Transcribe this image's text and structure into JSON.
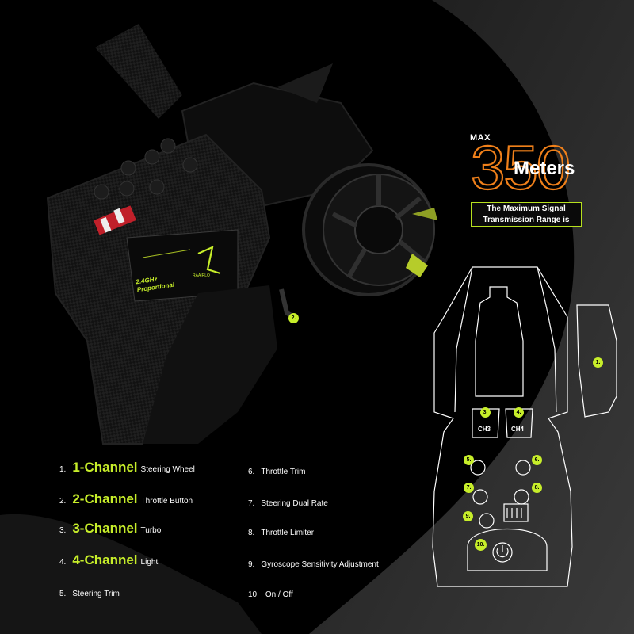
{
  "headline": {
    "max_label": "MAX",
    "number": "350",
    "unit": "Meters",
    "range_line1": "The Maximum Signal",
    "range_line2": "Transmission Range is"
  },
  "features_left": [
    {
      "num": "1.",
      "main": "1-Channel",
      "sub": "Steering Wheel"
    },
    {
      "num": "2.",
      "main": "2-Channel",
      "sub": "Throttle Button"
    },
    {
      "num": "3.",
      "main": "3-Channel",
      "sub": "Turbo"
    },
    {
      "num": "4.",
      "main": "4-Channel",
      "sub": "Light"
    },
    {
      "num": "5.",
      "main": "",
      "sub": "Steering Trim"
    }
  ],
  "features_right": [
    {
      "num": "6.",
      "text": "Throttle Trim"
    },
    {
      "num": "7.",
      "text": "Steering Dual Rate"
    },
    {
      "num": "8.",
      "text": "Throttle Limiter"
    },
    {
      "num": "9.",
      "text": "Gyroscope Sensitivity Adjustment"
    },
    {
      "num": "10.",
      "text": "On / Off"
    }
  ],
  "markers": {
    "photo_2": "2.",
    "diagram_1": "1.",
    "diagram_3": "3.",
    "diagram_4": "4.",
    "diagram_5": "5.",
    "diagram_6": "6.",
    "diagram_7": "7.",
    "diagram_8": "8.",
    "diagram_9": "9.",
    "diagram_10": "10."
  },
  "diagram_labels": {
    "ch3": "CH3",
    "ch4": "CH4"
  },
  "photo_badge": {
    "line1": "2.4GHz",
    "line2": "Proportional",
    "brand": "RAAIRLO"
  },
  "colors": {
    "accent_green": "#c7ee2a",
    "accent_orange": "#f0801a",
    "background": "#000000",
    "diagram_stroke": "#ffffff"
  }
}
